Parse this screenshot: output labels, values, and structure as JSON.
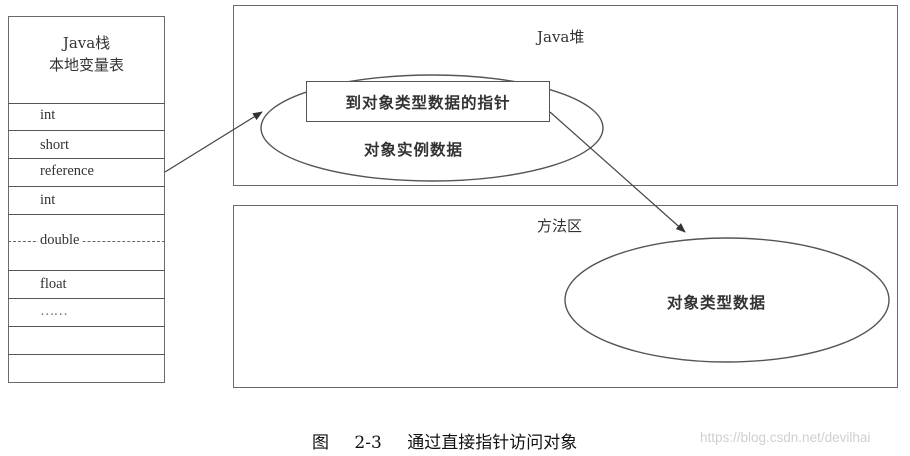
{
  "stack": {
    "title_line1": "Java栈",
    "title_line2": "本地变量表",
    "rows": [
      "int",
      "short",
      "reference",
      "int",
      "double",
      "float",
      "……",
      "",
      ""
    ]
  },
  "heap": {
    "label": "Java堆",
    "pointer_box": "到对象类型数据的指针",
    "instance_data": "对象实例数据"
  },
  "method_area": {
    "label": "方法区",
    "type_data": "对象类型数据"
  },
  "caption": {
    "figure": "图",
    "number": "2-3",
    "title": "通过直接指针访问对象"
  },
  "watermark": "https://blog.csdn.net/devilhai",
  "colors": {
    "line": "#555555",
    "text": "#333333",
    "watermark": "#cfcfcf"
  }
}
